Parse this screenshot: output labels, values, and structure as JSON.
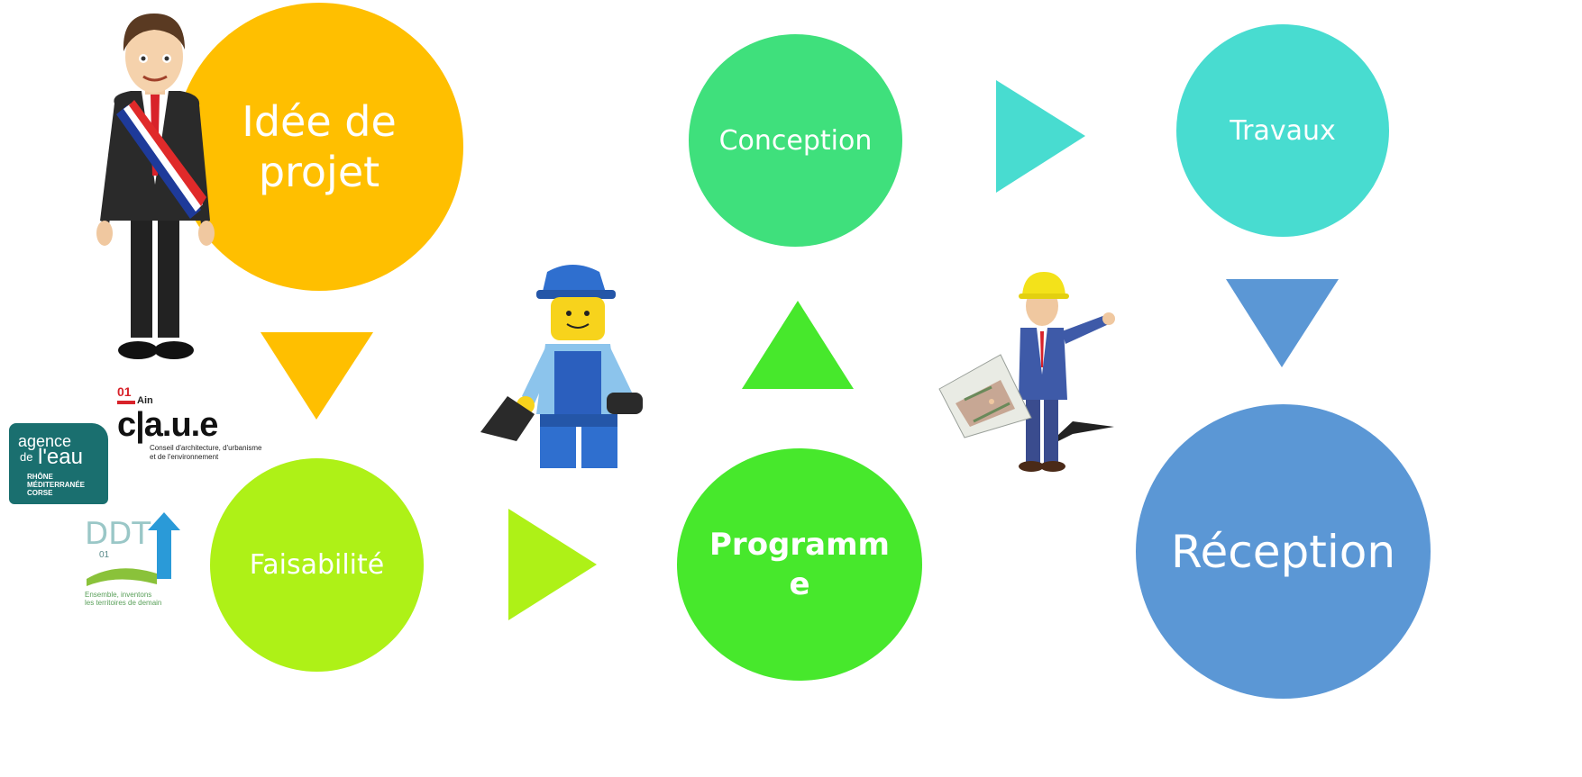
{
  "colors": {
    "idee": "#FFBF00",
    "faisabilite": "#AEF117",
    "programme": "#47E82C",
    "conception": "#3FE07C",
    "travaux": "#48DCD0",
    "reception": "#5B97D5"
  },
  "steps": {
    "idee": {
      "line1": "Idée de",
      "line2": "projet"
    },
    "faisabilite": "Faisabilité",
    "programme": {
      "line1": "Programm",
      "line2": "e"
    },
    "conception": "Conception",
    "travaux": "Travaux",
    "reception": "Réception"
  },
  "logos": {
    "agence_eau": {
      "line1": "agence",
      "line2": "de",
      "line3": "l'eau",
      "line4": "RHÔNE",
      "line5": "MÉDITERRANÉE",
      "line6": "CORSE"
    },
    "caue": {
      "num": "01",
      "dept": "Ain",
      "name": "c|a.u.e",
      "sub1": "Conseil d'architecture, d'urbanisme",
      "sub2": "et de l'environnement"
    },
    "ddt": {
      "name": "DDT",
      "num": "01",
      "tag1": "Ensemble, inventons",
      "tag2": "les territoires de demain"
    }
  },
  "figures": {
    "mayor": "mayor-figure",
    "worker": "lego-worker-figure",
    "architect": "architect-figure"
  }
}
